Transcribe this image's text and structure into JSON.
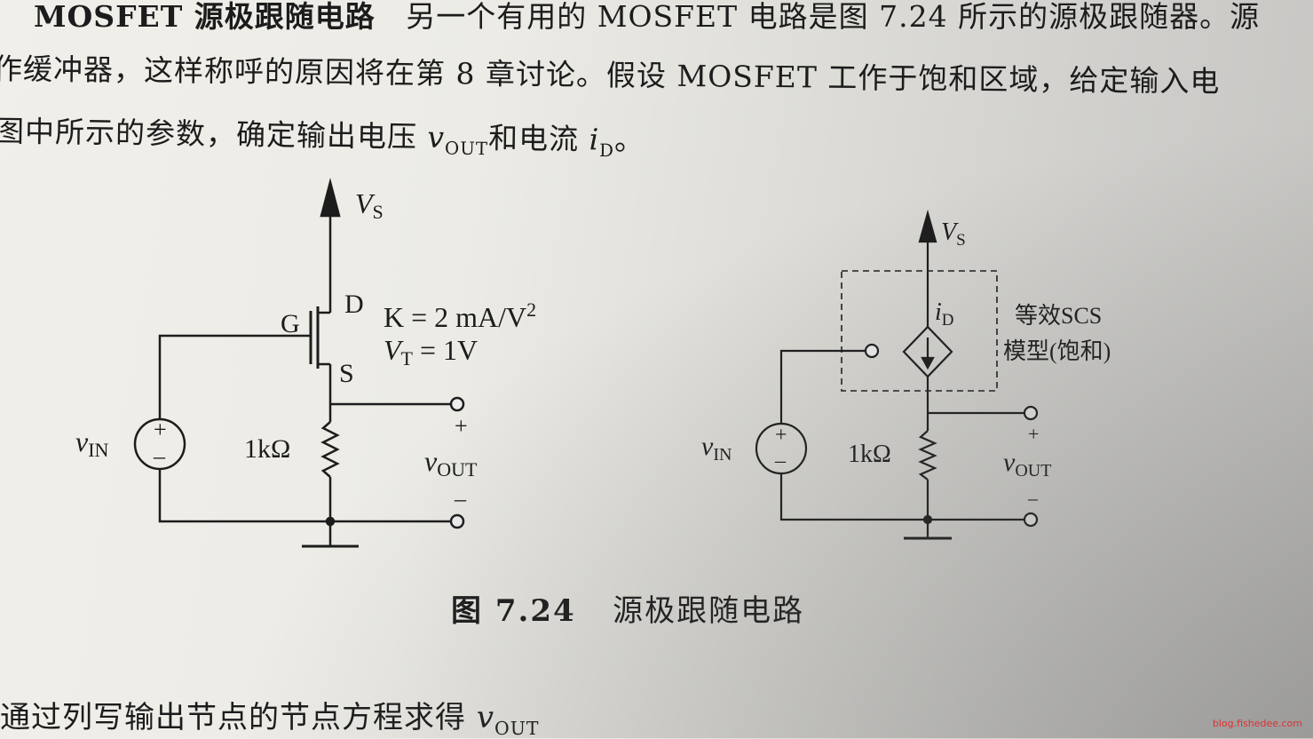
{
  "paragraph": {
    "heading": "MOSFET 源极跟随电路",
    "line1": "另一个有用的 MOSFET 电路是图 7.24 所示的源极跟随器。源",
    "line2": "作缓冲器，这样称呼的原因将在第 8 章讨论。假设 MOSFET 工作于饱和区域，给定输入电",
    "line3_a": "图中所示的参数，确定输出电压",
    "vout_v": "v",
    "vout_sub": "OUT",
    "line3_b": "和电流",
    "id_i": "i",
    "id_sub": "D",
    "line3_c": "。"
  },
  "left_circuit": {
    "vs": "V",
    "vs_sub": "S",
    "gate": "G",
    "drain": "D",
    "source": "S",
    "k_param": "K = 2 mA/V",
    "k_exp": "2",
    "vt_v": "V",
    "vt_sub": "T",
    "vt_val": " = 1V",
    "vin": "v",
    "vin_sub": "IN",
    "resistor": "1kΩ",
    "vout": "v",
    "vout_sub": "OUT",
    "plus": "+",
    "minus": "–"
  },
  "right_circuit": {
    "vs": "V",
    "vs_sub": "S",
    "id": "i",
    "id_sub": "D",
    "model_line1": "等效SCS",
    "model_line2": "模型(饱和)",
    "vin": "v",
    "vin_sub": "IN",
    "resistor": "1kΩ",
    "vout": "v",
    "vout_sub": "OUT",
    "plus": "+",
    "minus": "–"
  },
  "caption": {
    "number": "图 7.24",
    "title": "源极跟随电路"
  },
  "bottom_line": {
    "text": "通过列写输出节点的节点方程求得",
    "v": "v",
    "sub": "OUT"
  },
  "watermark": "blog.fishedee.com"
}
